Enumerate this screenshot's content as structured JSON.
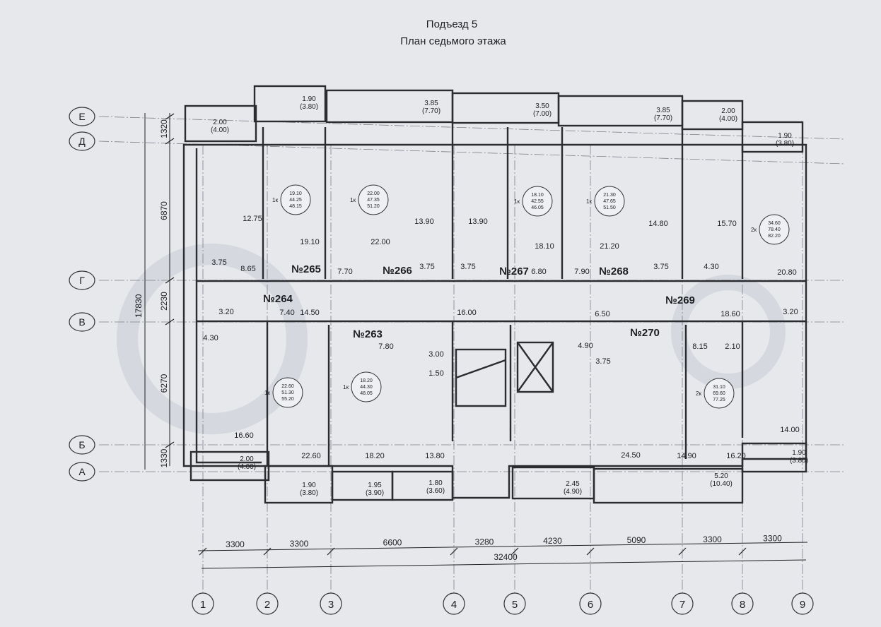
{
  "title": "Подъезд 5",
  "subtitle": "План седьмого  этажа",
  "row_axes": [
    "Е",
    "Д",
    "Г",
    "В",
    "Б",
    "А"
  ],
  "column_axes": [
    "1",
    "2",
    "3",
    "4",
    "5",
    "6",
    "7",
    "8",
    "9"
  ],
  "vertical_dimensions": {
    "total": "17830",
    "parts": [
      "1320",
      "6870",
      "2230",
      "6270",
      "1330"
    ]
  },
  "horizontal_dimensions": {
    "total": "32400",
    "parts": [
      "3300",
      "3300",
      "6600",
      "3280",
      "4230",
      "5090",
      "3300",
      "3300"
    ]
  },
  "apartments": [
    "№265",
    "№266",
    "№267",
    "№268",
    "№269",
    "№270",
    "№264",
    "№263"
  ],
  "balconies_top": [
    {
      "area": "2.00",
      "full": "(4.00)"
    },
    {
      "area": "1.90",
      "full": "(3.80)"
    },
    {
      "area": "3.85",
      "full": "(7.70)"
    },
    {
      "area": "3.50",
      "full": "(7.00)"
    },
    {
      "area": "3.85",
      "full": "(7.70)"
    },
    {
      "area": "2.00",
      "full": "(4.00)"
    },
    {
      "area": "1.90",
      "full": "(3.80)"
    }
  ],
  "balconies_bottom": [
    {
      "area": "2.00",
      "full": "(4.00)"
    },
    {
      "area": "1.90",
      "full": "(3.80)"
    },
    {
      "area": "1.95",
      "full": "(3.90)"
    },
    {
      "area": "1.80",
      "full": "(3.60)"
    },
    {
      "area": "2.45",
      "full": "(4.90)"
    },
    {
      "area": "5.20",
      "full": "(10.40)"
    },
    {
      "area": "1.90",
      "full": "(3.80)"
    }
  ],
  "area_stamps": [
    {
      "rooms": "1к",
      "lines": [
        "19.10",
        "44.25",
        "48.15"
      ]
    },
    {
      "rooms": "1к",
      "lines": [
        "22.00",
        "47.35",
        "51.20"
      ]
    },
    {
      "rooms": "1к",
      "lines": [
        "18.10",
        "42.55",
        "46.05"
      ]
    },
    {
      "rooms": "1к",
      "lines": [
        "21.30",
        "47.65",
        "51.50"
      ]
    },
    {
      "rooms": "2к",
      "lines": [
        "34.60",
        "78.40",
        "82.20"
      ]
    },
    {
      "rooms": "1к",
      "lines": [
        "22.60",
        "51.30",
        "55.20"
      ]
    },
    {
      "rooms": "1к",
      "lines": [
        "18.20",
        "44.30",
        "48.05"
      ]
    },
    {
      "rooms": "2к",
      "lines": [
        "31.10",
        "69.60",
        "77.25"
      ]
    }
  ],
  "room_areas": [
    "12.75",
    "19.10",
    "22.00",
    "13.90",
    "13.90",
    "18.10",
    "21.20",
    "14.80",
    "15.70",
    "3.75",
    "8.65",
    "7.70",
    "3.75",
    "3.75",
    "6.80",
    "7.90",
    "3.75",
    "4.30",
    "20.80",
    "3.20",
    "7.40",
    "14.50",
    "16.00",
    "6.50",
    "18.60",
    "3.20",
    "4.30",
    "7.80",
    "3.00",
    "1.50",
    "4.90",
    "3.75",
    "8.15",
    "2.10",
    "16.60",
    "22.60",
    "18.20",
    "13.80",
    "24.50",
    "14.90",
    "16.20",
    "14.00"
  ]
}
